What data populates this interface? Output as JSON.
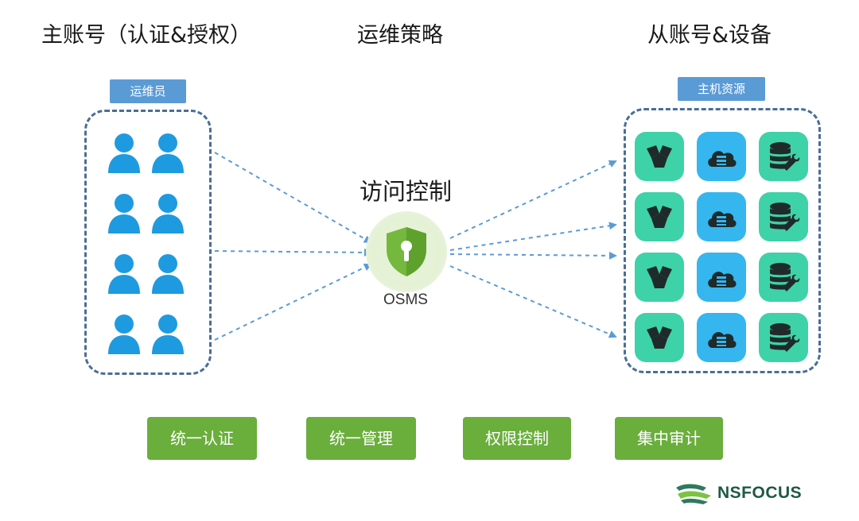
{
  "headings": {
    "left": "主账号（认证&授权）",
    "center": "运维策略",
    "right": "从账号&设备"
  },
  "left_group": {
    "tag": "运维员",
    "icon": "person-icon",
    "count": 8
  },
  "right_group": {
    "tag": "主机资源",
    "rows": 4,
    "columns": [
      {
        "icon": "cluster-icon",
        "color": "#3ed2a8"
      },
      {
        "icon": "cloud-server-icon",
        "color": "#35b6ee"
      },
      {
        "icon": "database-wrench-icon",
        "color": "#3ed2a8"
      }
    ]
  },
  "center": {
    "title": "访问控制",
    "label": "OSMS",
    "icon": "shield-lock-icon"
  },
  "features": [
    "统一认证",
    "统一管理",
    "权限控制",
    "集中审计"
  ],
  "logo": {
    "text": "NSFOCUS"
  },
  "colors": {
    "dashed_border": "#4a6e96",
    "tag_bg": "#5b9bd5",
    "person": "#1e9be0",
    "arrow": "#5b9bd5",
    "feature_bg": "#6aae3c",
    "shield": "#74b83e"
  }
}
